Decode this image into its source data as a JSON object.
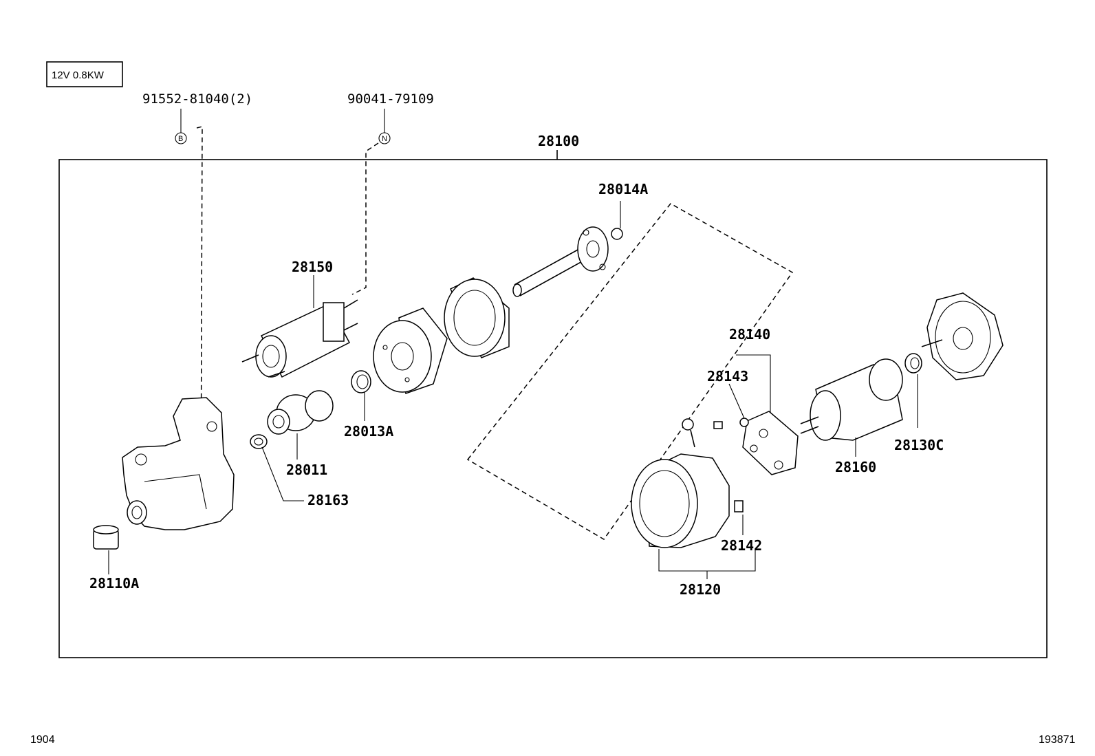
{
  "spec_box": "12V  0.8KW",
  "footer": {
    "left": "1904",
    "right": "193871"
  },
  "callouts": {
    "bolt": {
      "part_no": "91552-81040(2)",
      "marker": "B"
    },
    "nut": {
      "part_no": "90041-79109",
      "marker": "N"
    }
  },
  "parts": {
    "assembly": "28100",
    "clutch_shaft": "28014A",
    "solenoid": "28150",
    "bushing": "28013A",
    "pinion": "28011",
    "ring": "28163",
    "housing_bushing": "28110A",
    "brush_holder_assy": "28140",
    "brush_holder": "28143",
    "commutator_bearing": "28130C",
    "armature": "28160",
    "brush": "28142",
    "yoke": "28120"
  }
}
